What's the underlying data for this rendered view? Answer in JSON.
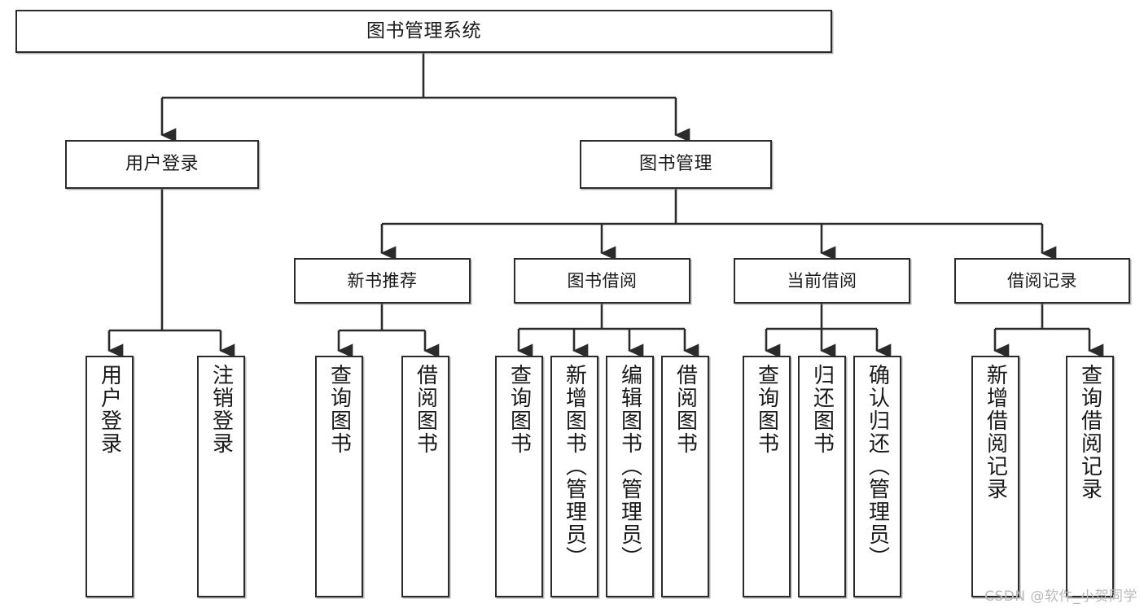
{
  "diagram": {
    "type": "tree",
    "title": "图书管理系统",
    "root": {
      "label": "图书管理系统"
    },
    "level2": [
      {
        "label": "用户登录"
      },
      {
        "label": "图书管理"
      }
    ],
    "level3": [
      {
        "label": "新书推荐"
      },
      {
        "label": "图书借阅"
      },
      {
        "label": "当前借阅"
      },
      {
        "label": "借阅记录"
      }
    ],
    "leaves": {
      "user_login": [
        {
          "label": "用户登录"
        },
        {
          "label": "注销登录"
        }
      ],
      "new_book_recommend": [
        {
          "label": "查询图书"
        },
        {
          "label": "借阅图书"
        }
      ],
      "book_borrow": [
        {
          "label": "查询图书"
        },
        {
          "label": "新增图书（管理员）"
        },
        {
          "label": "编辑图书（管理员）"
        },
        {
          "label": "借阅图书"
        }
      ],
      "current_borrow": [
        {
          "label": "查询图书"
        },
        {
          "label": "归还图书"
        },
        {
          "label": "确认归还（管理员）"
        }
      ],
      "borrow_record": [
        {
          "label": "新增借阅记录"
        },
        {
          "label": "查询借阅记录"
        }
      ]
    }
  },
  "watermark": {
    "text": "CSDN @软件_小贺同学"
  },
  "colors": {
    "border": "#2b2b2b",
    "background": "#ffffff",
    "text": "#1a1a1a",
    "watermark": "#b9b9b9"
  }
}
